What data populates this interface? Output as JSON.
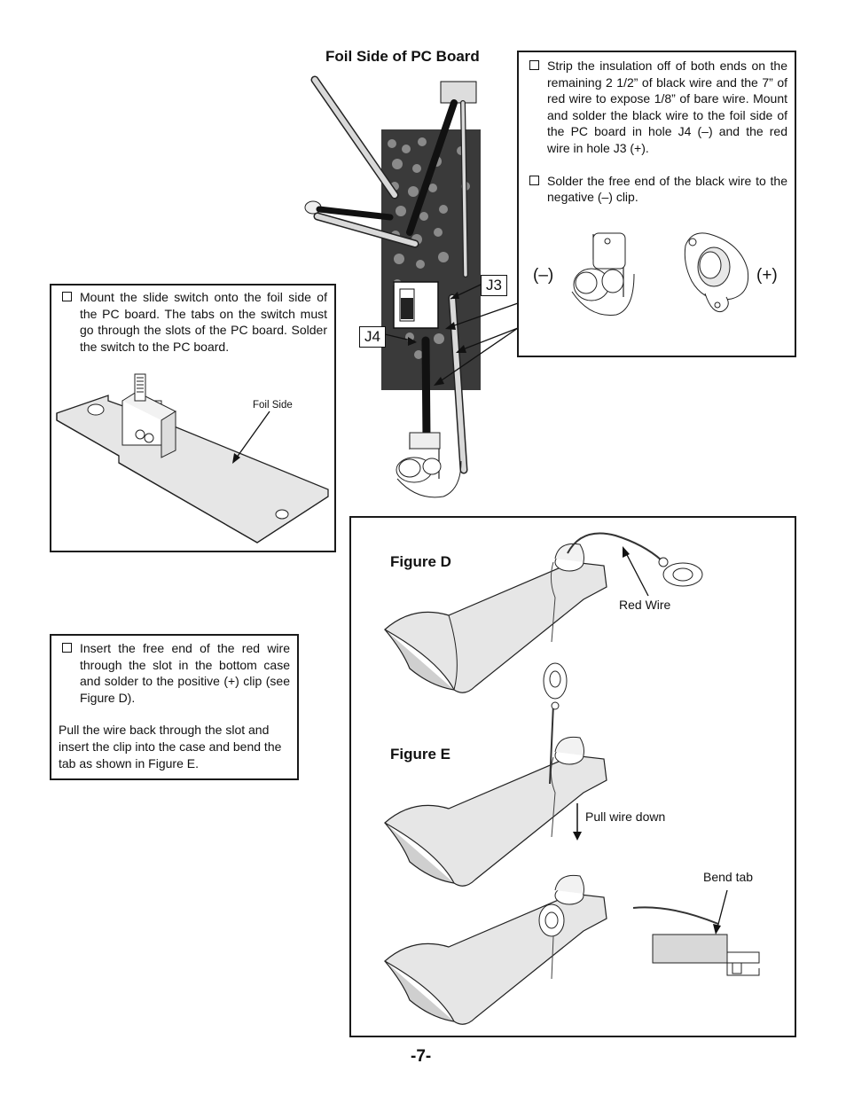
{
  "pc_board": {
    "title": "Foil Side of PC Board",
    "j3_label": "J3",
    "j4_label": "J4"
  },
  "strip_box": {
    "items": [
      "Strip the insulation off of both ends on the remaining 2 1/2” of black wire and the 7” of red wire to expose 1/8” of bare wire. Mount and solder the black wire to the foil side of the PC board in hole J4 (–) and the red wire in hole J3 (+).",
      "Solder the free end of the black wire to the negative (–) clip."
    ],
    "negative_label": "(–)",
    "positive_label": "(+)"
  },
  "switch_box": {
    "text": "Mount the slide switch onto the foil side of the PC board. The tabs on the switch must go through the slots of the PC board. Solder the switch to the PC board.",
    "foil_side_label": "Foil Side"
  },
  "red_wire_box": {
    "item": "Insert the free end of the red wire through the slot in the bottom case and solder to the positive (+) clip (see Figure D).",
    "paragraph": "Pull the wire back through the slot and insert the clip into the case and bend the tab as shown in Figure E."
  },
  "figures": {
    "figure_d_label": "Figure D",
    "red_wire_label": "Red Wire",
    "figure_e_label": "Figure E",
    "pull_wire_label": "Pull wire down",
    "bend_tab_label": "Bend tab"
  },
  "page_number": "-7-"
}
